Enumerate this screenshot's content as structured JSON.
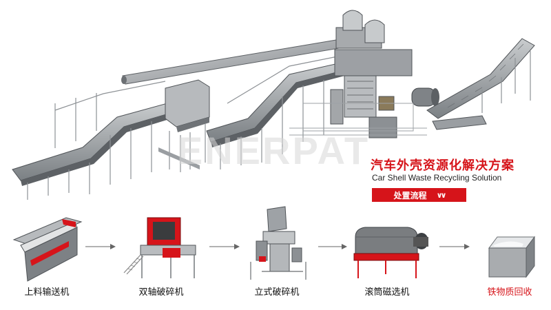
{
  "watermark": "ENERPAT",
  "title_cn": "汽车外壳资源化解决方案",
  "title_en": "Car Shell Waste Recycling Solution",
  "flow_button": {
    "label": "处置流程",
    "icon": "double-chevron-down-icon"
  },
  "steps": [
    {
      "label": "上料输送机",
      "icon": "feed-conveyor"
    },
    {
      "label": "双轴破碎机",
      "icon": "double-shaft-shredder"
    },
    {
      "label": "立式破碎机",
      "icon": "vertical-crusher"
    },
    {
      "label": "滚筒磁选机",
      "icon": "drum-magnetic-separator"
    },
    {
      "label": "铁物质回收",
      "icon": "ferrous-material-bin"
    }
  ],
  "colors": {
    "accent": "#d6141a",
    "machine_gray": "#8a8e92",
    "text": "#111111"
  }
}
